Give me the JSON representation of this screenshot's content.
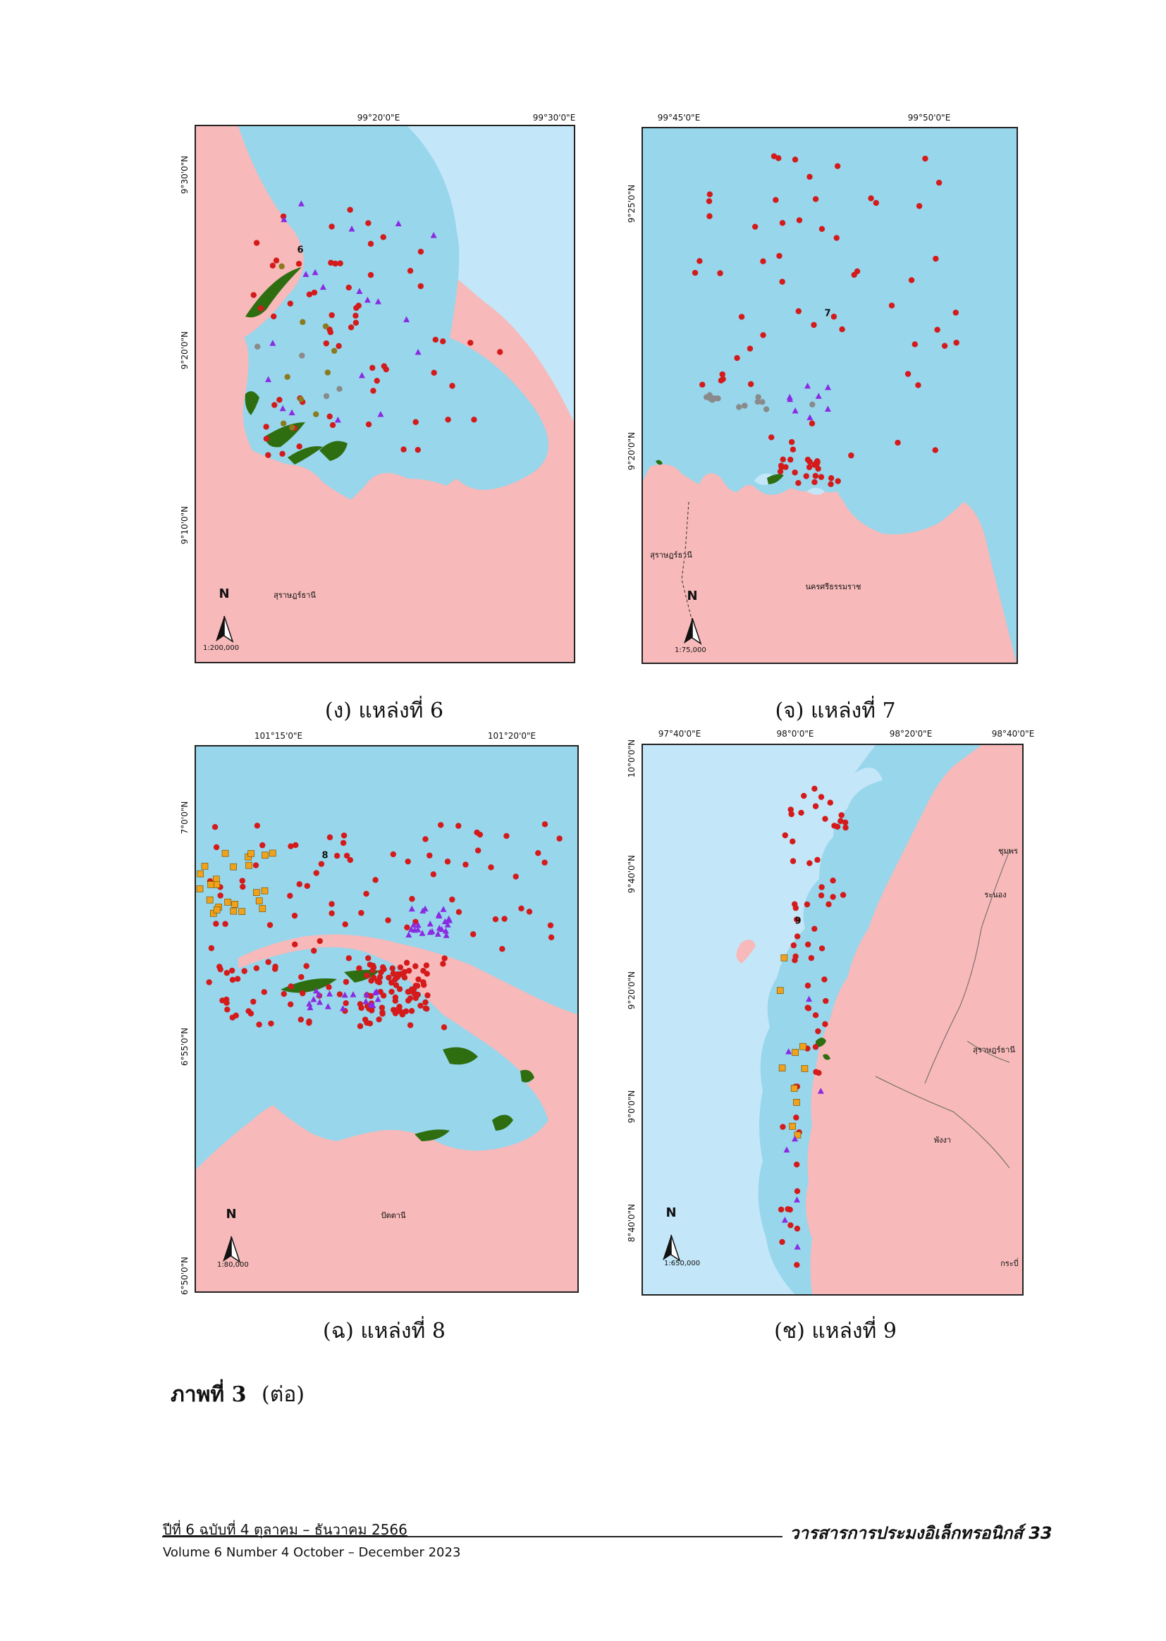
{
  "colors": {
    "land": "#f7b9b9",
    "sea_near": "#98d6ec",
    "sea_far": "#c3e6f8",
    "seagrass": "#2e6e10",
    "marker_red": "#d41a1a",
    "marker_purple": "#8a2be2",
    "marker_olive": "#8c7a1e",
    "marker_gray": "#8a8a8a",
    "marker_orange": "#f0a21a"
  },
  "panels": [
    {
      "id": "p6",
      "caption": "(ง) แหล่งที่ 6",
      "site_number": "6",
      "lon_labels": [
        "99°20'0\"E",
        "99°30'0\"E"
      ],
      "lat_labels": [
        "9°30'0\"N",
        "9°20'0\"N",
        "9°10'0\"N"
      ],
      "place_labels": [
        "สุราษฎร์ธานี"
      ],
      "scale": "1:200,000",
      "north_letter": "N"
    },
    {
      "id": "p7",
      "caption": "(จ) แหล่งที่ 7",
      "site_number": "7",
      "lon_labels": [
        "99°45'0\"E",
        "99°50'0\"E"
      ],
      "lat_labels": [
        "9°25'0\"N",
        "9°20'0\"N"
      ],
      "place_labels": [
        "สุราษฎร์ธานี",
        "นครศรีธรรมราช"
      ],
      "scale": "1:75,000",
      "north_letter": "N"
    },
    {
      "id": "p8",
      "caption": "(ฉ) แหล่งที่ 8",
      "site_number": "8",
      "lon_labels": [
        "101°15'0\"E",
        "101°20'0\"E"
      ],
      "lat_labels": [
        "7°0'0\"N",
        "6°55'0\"N",
        "6°50'0\"N"
      ],
      "place_labels": [
        "ปัตตานี"
      ],
      "scale": "1:80,000",
      "north_letter": "N"
    },
    {
      "id": "p9",
      "caption": "(ช) แหล่งที่ 9",
      "site_number": "9",
      "lon_labels": [
        "97°40'0\"E",
        "98°0'0\"E",
        "98°20'0\"E",
        "98°40'0\"E"
      ],
      "lat_labels": [
        "10°0'0\"N",
        "9°40'0\"N",
        "9°20'0\"N",
        "9°0'0\"N",
        "8°40'0\"N"
      ],
      "place_labels": [
        "ชุมพร",
        "ระนอง",
        "สุราษฎร์ธานี",
        "พังงา",
        "กระบี่"
      ],
      "scale": "1:650,000",
      "north_letter": "N"
    }
  ],
  "figure_caption": {
    "label": "ภาพที่ 3",
    "suffix": "(ต่อ)"
  },
  "footer": {
    "thai_issue": "ปีที่ 6 ฉบับที่ 4 ตุลาคม – ธันวาคม 2566",
    "english_issue": "Volume 6 Number 4 October – December 2023",
    "journal": "วารสารการประมงอิเล็กทรอนิกส์ 33"
  }
}
